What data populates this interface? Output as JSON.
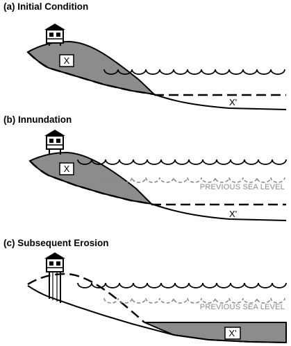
{
  "panels": [
    {
      "title": "(a) Initial Condition",
      "box_label": "X",
      "sediment_label": "X'"
    },
    {
      "title": "(b) Innundation",
      "box_label": "X",
      "sediment_label": "X'",
      "previous_label": "PREVIOUS SEA LEVEL"
    },
    {
      "title": "(c) Subsequent Erosion",
      "sediment_label": "X'",
      "previous_label": "PREVIOUS SEA LEVEL"
    }
  ],
  "colors": {
    "fill": "#8c8c8c",
    "line": "#000000",
    "previous": "#8a8a8a"
  }
}
